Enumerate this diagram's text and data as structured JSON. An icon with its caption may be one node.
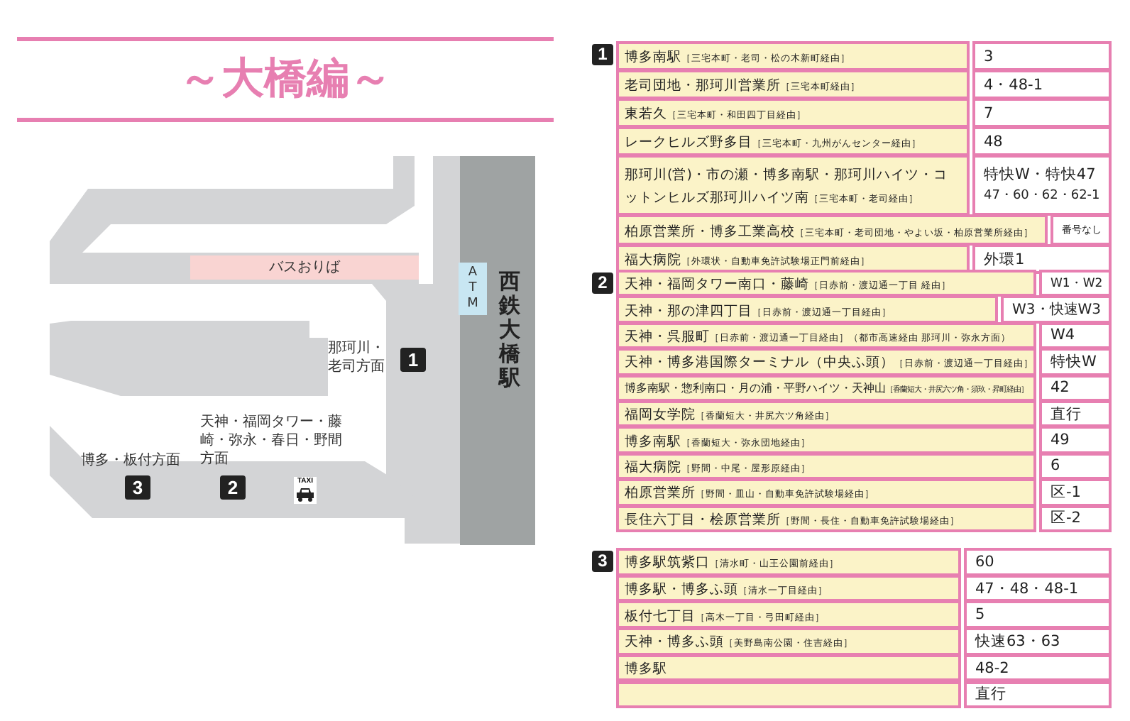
{
  "diagram": {
    "title": "～大橋編～",
    "nodes": [
      {
        "text": [
          "バスおりば"
        ]
      },
      {
        "text": [
          "ATM"
        ]
      },
      {
        "text": [
          "西鉄大橋駅"
        ]
      },
      {
        "text": [
          "1"
        ],
        "beside": [
          "那珂川・老司方面"
        ]
      },
      {
        "text": [
          "2"
        ],
        "beside": [
          "天神・福岡タワー・藤崎・弥永・春日・野間方面"
        ]
      },
      {
        "text": [
          "3"
        ],
        "beside": [
          "博多・板付方面"
        ]
      },
      {
        "text": [
          "TAXI"
        ]
      },
      {
        "text": [
          "1"
        ]
      },
      {
        "text": [
          "2"
        ]
      },
      {
        "text": [
          "3"
        ]
      }
    ],
    "labels": [
      "博多南駅",
      "［三宅本町・老司・松の木新町経由］",
      "3",
      "老司団地・那珂川営業所",
      "［三宅本町経由］",
      "4・48-1",
      "東若久",
      "［三宅本町・和田四丁目経由］",
      "7",
      "レークヒルズ野多目",
      "［三宅本町・九州がんセンター経由］",
      "48",
      "那珂川(営)・市の瀬・博多南駅・那珂川ハイツ・コットンヒルズ那珂川ハイツ南",
      "［三宅本町・老司経由］",
      "特快W・特快47",
      "47・60・62・62-1",
      "柏原営業所・博多工業高校",
      "［三宅本町・老司団地・やよい坂・柏原営業所経由］",
      "番号なし",
      "福大病院",
      "［外環状・自動車免許試験場正門前経由］",
      "外環1",
      "天神・福岡タワー南口・藤崎",
      "［日赤前・渡辺通一丁目 経由］",
      "W1・W2",
      "天神・那の津四丁目",
      "［日赤前・渡辺通一丁目経由］",
      "W3・快速W3",
      "天神・呉服町",
      "［日赤前・渡辺通一丁目経由］（都市高速経由 那珂川・弥永方面）",
      "W4",
      "天神・博多港国際ターミナル（中央ふ頭）",
      "［日赤前・渡辺通一丁目経由］",
      "特快W",
      "博多南駅・惣利南口・月の浦・平野ハイツ・天神山",
      "［香蘭短大・井尻六ツ角・須玖・昇町経由］",
      "42",
      "福岡女学院",
      "［香蘭短大・井尻六ツ角経由］",
      "直行",
      "博多南駅",
      "［香蘭短大・弥永団地経由］",
      "49",
      "福大病院",
      "［野間・中尾・屋形原経由］",
      "6",
      "柏原営業所",
      "［野間・皿山・自動車免許試験場経由］",
      "区-1",
      "長住六丁目・桧原営業所",
      "［野間・長住・自動車免許試験場経由］",
      "区-2",
      "博多駅筑紫口",
      "［清水町・山王公園前経由］",
      "60",
      "博多駅・博多ふ頭",
      "［清水一丁目経由］",
      "47・48・48-1",
      "板付七丁目",
      "［高木一丁目・弓田町経由］",
      "5",
      "天神・博多ふ頭",
      "［美野島南公園・住吉経由］",
      "快速63・63",
      "博多駅",
      "48-2",
      "直行"
    ]
  }
}
